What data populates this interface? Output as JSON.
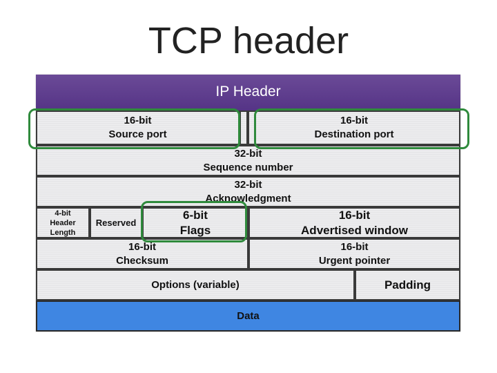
{
  "title": "TCP header",
  "ip_header": "IP Header",
  "rows": {
    "src_bits": "16-bit",
    "src_name": "Source port",
    "dst_bits": "16-bit",
    "dst_name": "Destination port",
    "seq_bits": "32-bit",
    "seq_name": "Sequence number",
    "ack_bits": "32-bit",
    "ack_name": "Acknowledgment",
    "hlen_bits": "4-bit",
    "hlen_name_1": "Header",
    "hlen_name_2": "Length",
    "reserved": "Reserved",
    "flags_bits": "6-bit",
    "flags_name": "Flags",
    "win_bits": "16-bit",
    "win_name": "Advertised window",
    "cks_bits": "16-bit",
    "cks_name": "Checksum",
    "urg_bits": "16-bit",
    "urg_name": "Urgent pointer",
    "options": "Options (variable)",
    "padding": "Padding",
    "data": "Data"
  },
  "colors": {
    "ip_header_bg": "#5c3b8c",
    "data_bg": "#3f86e2",
    "highlight": "#2f8a3c"
  }
}
